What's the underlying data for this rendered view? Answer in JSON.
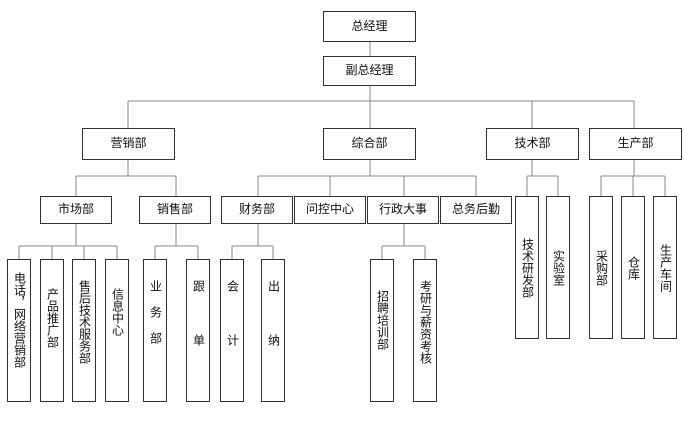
{
  "org_chart": {
    "gm": "总经理",
    "deputy": "副总经理",
    "departments": {
      "marketing": "营销部",
      "general": "综合部",
      "tech": "技术部",
      "production": "生产部"
    },
    "marketing_units": {
      "market": "市场部",
      "sales": "销售部"
    },
    "general_units": {
      "finance": "财务部",
      "control": "问控中心",
      "admin": "行政大事",
      "logistics": "总务后勤"
    },
    "market_teams": [
      "电话，网络营销部",
      "产品推广部",
      "售后技术服务部",
      "信息中心"
    ],
    "sales_teams": [
      "业务部",
      "跟单"
    ],
    "finance_teams": [
      "会计",
      "出纳"
    ],
    "admin_teams": [
      "招聘培训部",
      "考研与薪资考核"
    ],
    "tech_teams": [
      "技术研发部",
      "实验室"
    ],
    "production_teams": [
      "采购部",
      "仓库",
      "生产车间"
    ]
  }
}
